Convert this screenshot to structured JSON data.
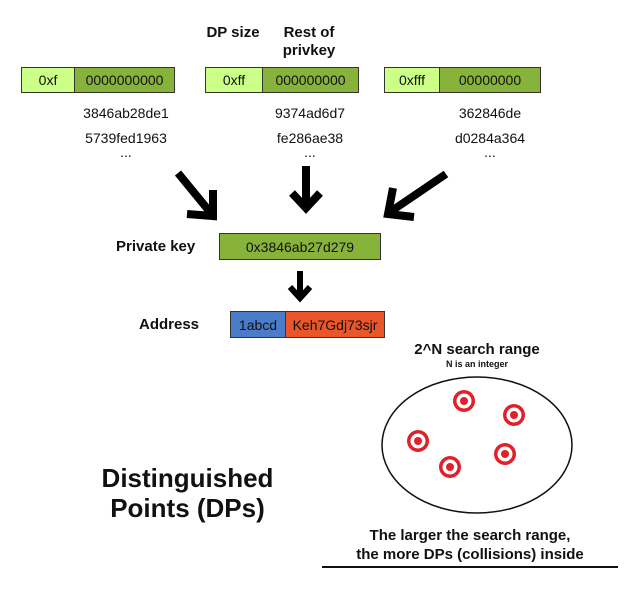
{
  "headers": {
    "dp_size": "DP size",
    "rest_of_privkey": "Rest of privkey"
  },
  "dp_boxes": [
    {
      "prefix": "0xf",
      "suffix": "0000000000",
      "samples": [
        "3846ab28de1",
        "5739fed1963"
      ],
      "ellipsis": "..."
    },
    {
      "prefix": "0xff",
      "suffix": "000000000",
      "samples": [
        "9374ad6d7",
        "fe286ae38"
      ],
      "ellipsis": "..."
    },
    {
      "prefix": "0xfff",
      "suffix": "00000000",
      "samples": [
        "362846de",
        "d0284a364"
      ],
      "ellipsis": "..."
    }
  ],
  "private_key": {
    "label": "Private key",
    "value": "0x3846ab27d279"
  },
  "address": {
    "label": "Address",
    "prefix": "1abcd",
    "rest": "Keh7Gdj73sjr"
  },
  "search_range": {
    "title": "2^N search range",
    "subtitle": "N is an integer",
    "target_count": 5
  },
  "main_title": {
    "line1": "Distinguished",
    "line2": "Points (DPs)"
  },
  "caption": {
    "line1": "The larger the search range,",
    "line2": "the more DPs (collisions) inside"
  },
  "colors": {
    "light_green": "#ccff88",
    "dark_green": "#88b33a",
    "blue": "#4a7cc9",
    "orange": "#e8562a",
    "target_red": "#e0202a"
  }
}
